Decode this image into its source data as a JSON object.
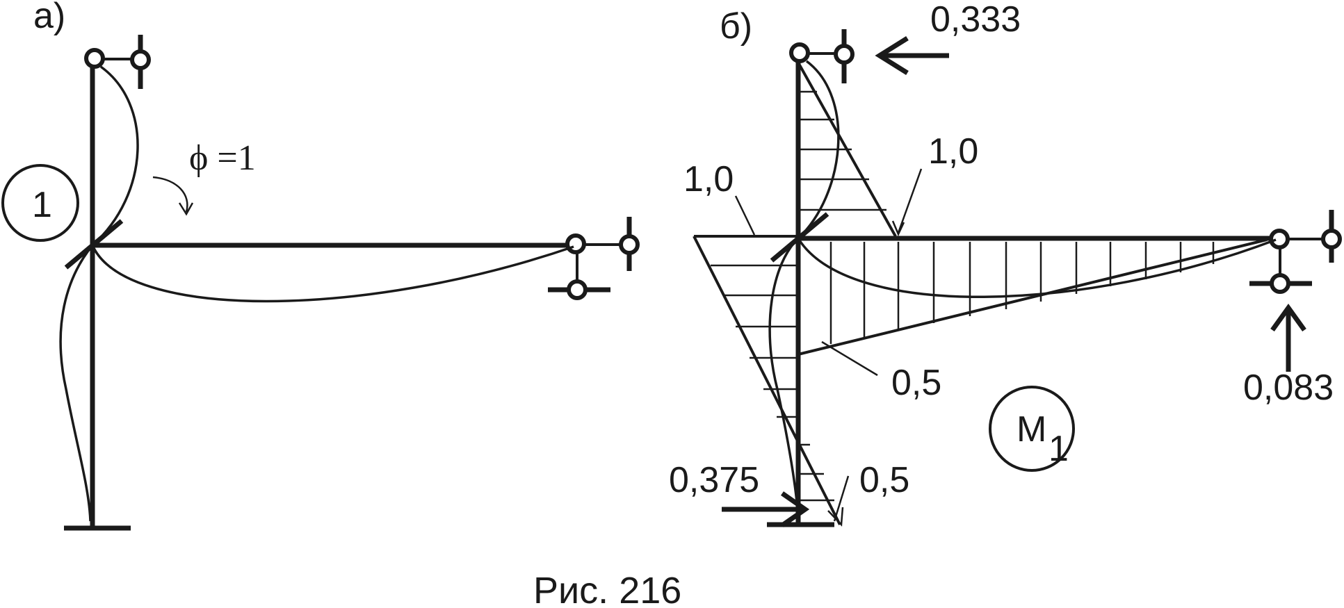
{
  "panel_a": {
    "tag": "а)",
    "node_number": "1",
    "rotation_label": "ϕ =1"
  },
  "panel_b": {
    "tag": "б)",
    "reaction_top": "0,333",
    "moment_column_top": "1,0",
    "moment_beam_left": "1,0",
    "moment_beam_right": "0,5",
    "moment_column_bottom": "0,5",
    "reaction_bottom": "0,375",
    "reaction_right": "0,083",
    "diagram_name": "M",
    "diagram_subscript": "1"
  },
  "caption": "Рис. 216"
}
